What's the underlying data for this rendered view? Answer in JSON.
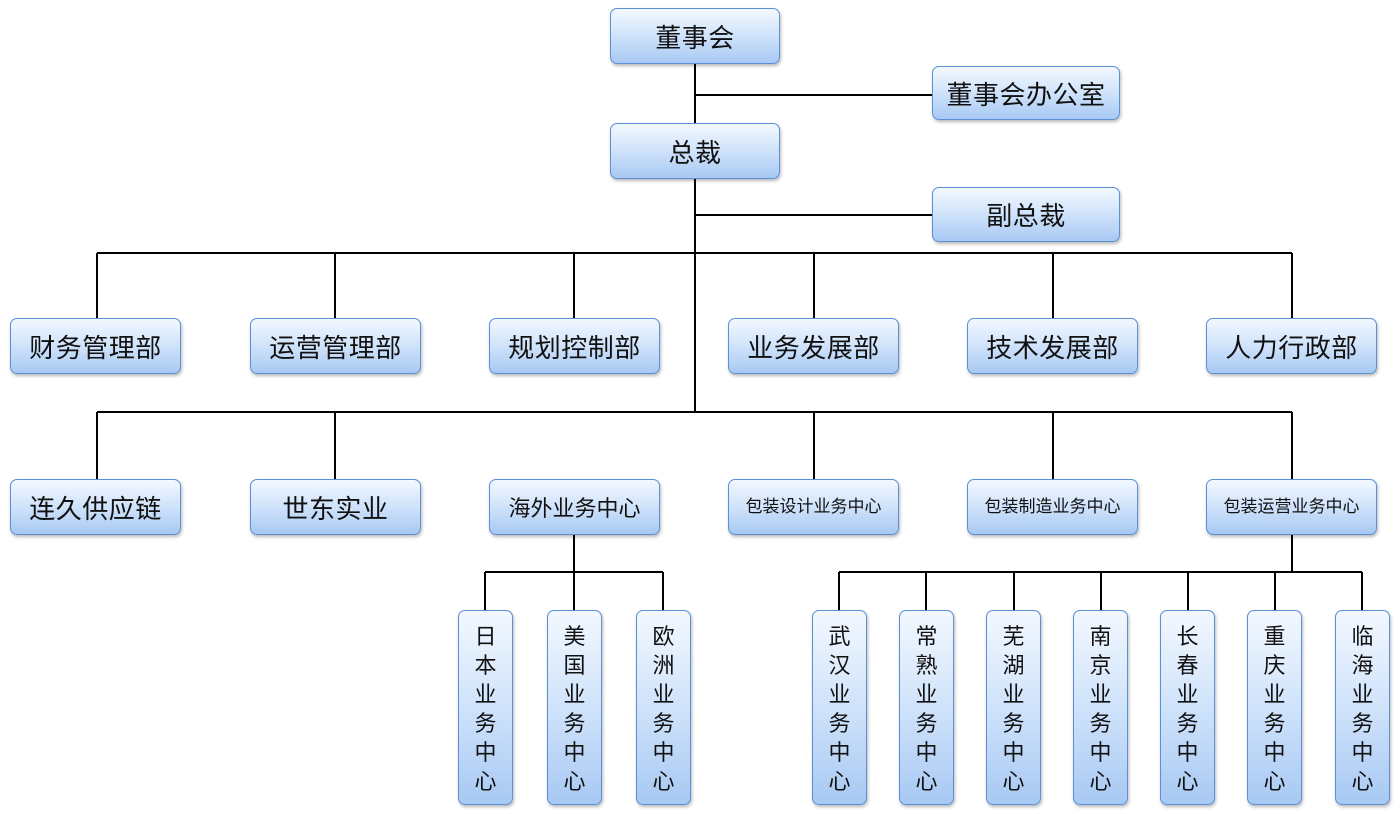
{
  "nodes": {
    "board": "董事会",
    "board_office": "董事会办公室",
    "president": "总裁",
    "vp": "副总裁",
    "depts": [
      "财务管理部",
      "运营管理部",
      "规划控制部",
      "业务发展部",
      "技术发展部",
      "人力行政部"
    ],
    "units": [
      "连久供应链",
      "世东实业",
      "海外业务中心",
      "包装设计业务中心",
      "包装制造业务中心",
      "包装运营业务中心"
    ],
    "overseas": [
      "日本业务中心",
      "美国业务中心",
      "欧洲业务中心"
    ],
    "ops": [
      "武汉业务中心",
      "常熟业务中心",
      "芜湖业务中心",
      "南京业务中心",
      "长春业务中心",
      "重庆业务中心",
      "临海业务中心"
    ]
  },
  "colors": {
    "box_border": "#5b8fd6",
    "box_top": "#f3f8ff",
    "box_bottom": "#a8c9f3",
    "connector": "#000000"
  }
}
